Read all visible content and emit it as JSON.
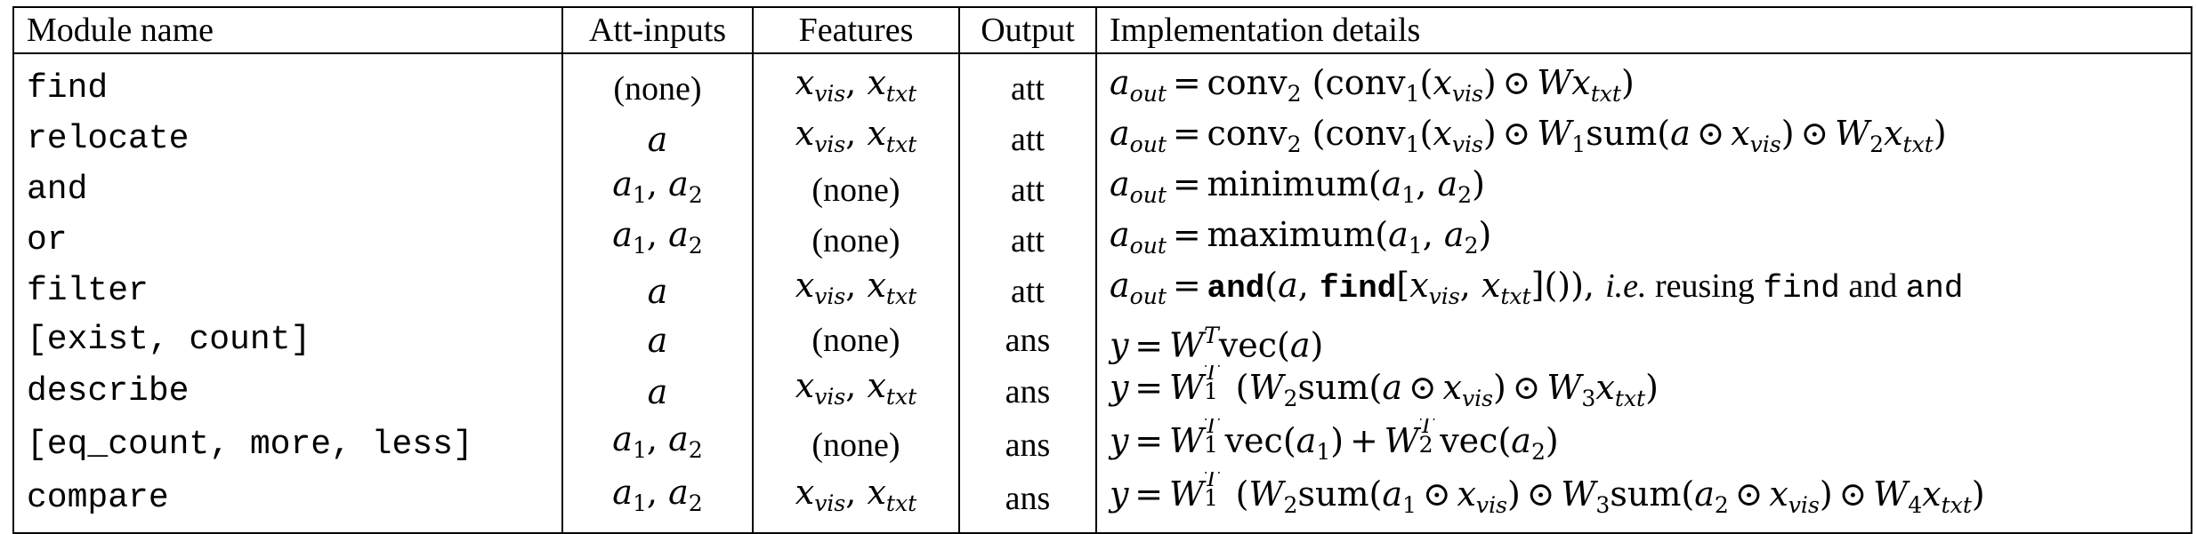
{
  "header": {
    "module_name": "Module name",
    "att_inputs": "Att-inputs",
    "features": "Features",
    "output": "Output",
    "implementation": "Implementation details"
  },
  "rows": [
    {
      "name": "find",
      "att_inputs": "(none)",
      "features": "x_vis, x_txt",
      "output": "att",
      "impl": "a_out = conv2(conv1(x_vis) ⊙ W x_txt)"
    },
    {
      "name": "relocate",
      "att_inputs": "a",
      "features": "x_vis, x_txt",
      "output": "att",
      "impl": "a_out = conv2(conv1(x_vis) ⊙ W1 sum(a ⊙ x_vis) ⊙ W2 x_txt)"
    },
    {
      "name": "and",
      "att_inputs": "a1, a2",
      "features": "(none)",
      "output": "att",
      "impl": "a_out = minimum(a1, a2)"
    },
    {
      "name": "or",
      "att_inputs": "a1, a2",
      "features": "(none)",
      "output": "att",
      "impl": "a_out = maximum(a1, a2)"
    },
    {
      "name": "filter",
      "att_inputs": "a",
      "features": "x_vis, x_txt",
      "output": "att",
      "impl": "a_out = and(a, find[x_vis, x_txt]()), i.e. reusing find and and"
    },
    {
      "name": "[exist, count]",
      "att_inputs": "a",
      "features": "(none)",
      "output": "ans",
      "impl": "y = W^T vec(a)"
    },
    {
      "name": "describe",
      "att_inputs": "a",
      "features": "x_vis, x_txt",
      "output": "ans",
      "impl": "y = W1^T (W2 sum(a ⊙ x_vis) ⊙ W3 x_txt)"
    },
    {
      "name": "[eq_count, more, less]",
      "att_inputs": "a1, a2",
      "features": "(none)",
      "output": "ans",
      "impl": "y = W1^T vec(a1) + W2^T vec(a2)"
    },
    {
      "name": "compare",
      "att_inputs": "a1, a2",
      "features": "x_vis, x_txt",
      "output": "ans",
      "impl": "y = W1^T (W2 sum(a1 ⊙ x_vis) ⊙ W3 sum(a2 ⊙ x_vis) ⊙ W4 x_txt)"
    }
  ],
  "text": {
    "none": "(none)",
    "att": "att",
    "ans": "ans",
    "ie": "i.e.",
    "reusing": " reusing ",
    "find_code": "find",
    "and_word": " and ",
    "and_code": "and",
    "and_bold": "and",
    "find_bold": "find",
    "minimum": "minimum",
    "maximum": "maximum",
    "vec": "vec",
    "sum": "sum",
    "conv": "conv"
  }
}
